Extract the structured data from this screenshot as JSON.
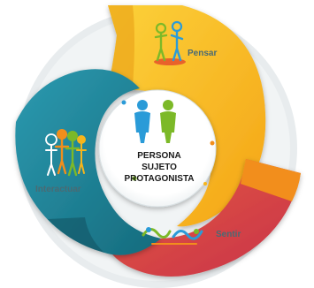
{
  "center": {
    "lines": [
      "PERSONA",
      "SUJETO",
      "PROTAGONISTA"
    ]
  },
  "segments": [
    {
      "key": "pensar",
      "label": "Pensar",
      "icon": "thinking-people-icon",
      "color": "#f7b51b"
    },
    {
      "key": "interactuar",
      "label": "Interactuar",
      "icon": "group-of-people-icon",
      "color": "#1f8ea2"
    },
    {
      "key": "sentir",
      "label": "Sentir",
      "icon": "feeling-figures-icon",
      "color": "#e2513e"
    }
  ],
  "colors": {
    "outer_ring": "#e8ecee",
    "center_fill": "#ffffff",
    "center_text": "#1a1a1a",
    "label_text": "#4a6a73",
    "accent_green": "#7cb928",
    "accent_blue": "#2a9bd8",
    "accent_orange": "#f28e1c"
  }
}
